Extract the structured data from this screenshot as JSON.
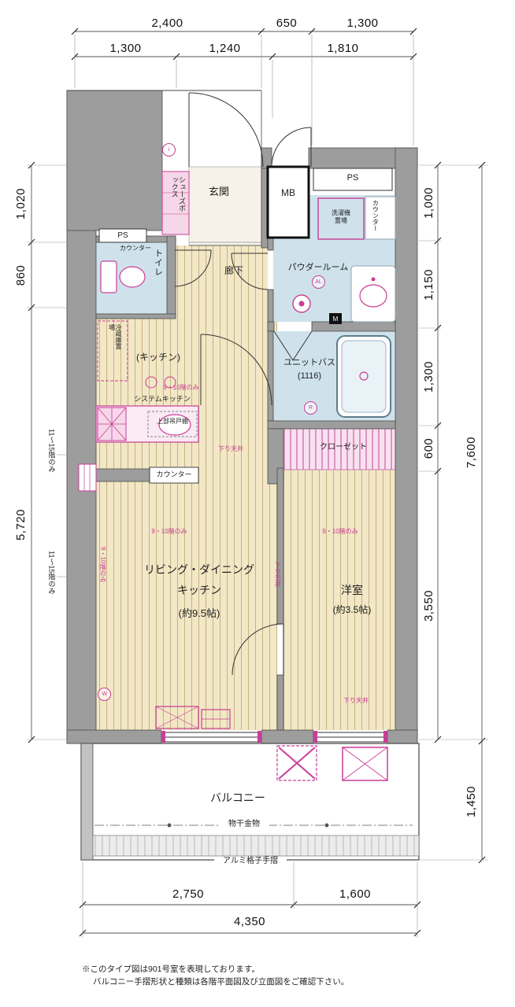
{
  "dims": {
    "top_row1": [
      "2,400",
      "650",
      "1,300"
    ],
    "top_row2": [
      "1,300",
      "1,240",
      "1,810"
    ],
    "left": [
      "1,020",
      "860",
      "5,720"
    ],
    "right": [
      "1,000",
      "1,150",
      "1,300",
      "600",
      "3,550"
    ],
    "right_total": "7,600",
    "balcony": "1,450",
    "bottom_row1": [
      "2,750",
      "1,600"
    ],
    "bottom_total": "4,350"
  },
  "rooms": {
    "genkan": "玄関",
    "mb": "MB",
    "ps": "PS",
    "shoes": "シューズボックス",
    "toilet": "トイレ",
    "counter": "カウンター",
    "hallway": "廊下",
    "powder": "パウダールーム",
    "washer": "洗濯機置場",
    "bath1": "ユニットバス",
    "bath2": "(1116)",
    "kitchen": "(キッチン)",
    "fridge": "冷蔵庫置場",
    "system_kitchen": "システムキッチン",
    "cabinet": "上部吊戸棚",
    "ldk1": "リビング・ダイニング",
    "ldk2": "キッチン",
    "ldk3": "(約9.5帖)",
    "western1": "洋室",
    "western2": "(約3.5帖)",
    "closet": "クローゼット",
    "balcony": "バルコニー",
    "monohoshi": "物干金物",
    "handrail": "アルミ格子手摺"
  },
  "annotations": {
    "floors_11_15": "11〜15階のみ",
    "floors_9_10": "9・10階のみ",
    "down_ceiling": "下り天井"
  },
  "markers": {
    "i": "i",
    "al": "AL",
    "m": "M",
    "r": "R",
    "w": "W"
  },
  "notes": {
    "line1": "※このタイプ図は901号室を表現しております。",
    "line2": "バルコニー手摺形状と種類は各階平面図及び立面図をご確認下さい。"
  }
}
